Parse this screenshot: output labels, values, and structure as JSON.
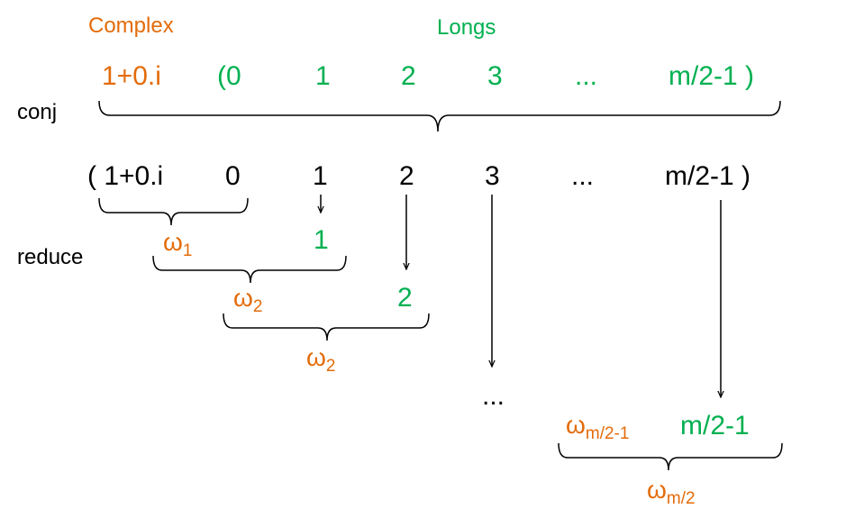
{
  "colors": {
    "complex": "#e36c0a",
    "longs": "#00b050",
    "text": "#000000"
  },
  "header": {
    "complex_label": "Complex",
    "longs_label": "Longs"
  },
  "top_row": {
    "complex_value": "1+0.i",
    "longs": [
      "(0",
      "1",
      "2",
      "3",
      "...",
      "m/2-1 )"
    ]
  },
  "side_labels": {
    "conj": "conj",
    "reduce": "reduce"
  },
  "conj_row": [
    "( 1+0.i",
    "0",
    "1",
    "2",
    "3",
    "...",
    "m/2-1 )"
  ],
  "reduce_steps": {
    "omega_symbol": "ω",
    "step1": {
      "sub": "1",
      "value": "1"
    },
    "step2": {
      "sub": "2",
      "value": "2"
    },
    "step3": {
      "sub": "2"
    },
    "ellipsis": "...",
    "last": {
      "sub": "m/2-1",
      "value": "m/2-1"
    },
    "final": {
      "sub": "m/2"
    }
  }
}
